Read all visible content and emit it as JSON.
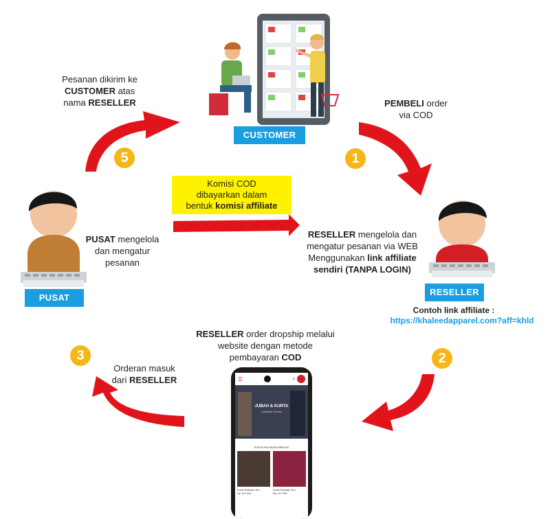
{
  "colors": {
    "arrow": "#e0141a",
    "label_bg": "#1a9de1",
    "step": "#f5b616",
    "note_bg": "#fff200",
    "link": "#1a9de1"
  },
  "roles": {
    "customer": "CUSTOMER",
    "reseller": "RESELLER",
    "pusat": "PUSAT"
  },
  "steps": [
    "1",
    "2",
    "3",
    "5"
  ],
  "texts": {
    "top_left": {
      "l1": "Pesanan dikirim ke",
      "l2_b": "CUSTOMER",
      "l2": " atas",
      "l3": "nama ",
      "l3_b": "RESELLER"
    },
    "top_right": {
      "l1_b": "PEMBELI",
      "l1": " order",
      "l2": "via COD"
    },
    "note": {
      "l1": "Komisi COD",
      "l2": "dibayarkan dalam",
      "l3": "bentuk ",
      "l3_b": "komisi affiliate"
    },
    "pusat": {
      "l1_b": "PUSAT",
      "l1": " mengelola",
      "l2": "dan mengatur",
      "l3": "pesanan"
    },
    "reseller": {
      "l1_b": "RESELLER",
      "l1": " mengelola dan",
      "l2": "mengatur pesanan via WEB",
      "l3": "Menggunakan ",
      "l3_b": "link affiliate",
      "l4_b": "sendiri (TANPA LOGIN)"
    },
    "link_caption": "Contoh link affiliate :",
    "link_url": "https://khaleedapparel.com?aff=khld",
    "bottom": {
      "l1_b": "RESELLER",
      "l1": " order dropship melalui",
      "l2": "website dengan metode",
      "l3": "pembayaran ",
      "l3_b": "COD"
    },
    "orderan": {
      "l1": "Orderan masuk",
      "l2": "dari ",
      "l2_b": "RESELLER"
    }
  },
  "phone": {
    "banner_title": "JUBAH & KURTA",
    "banner_sub": "Collection Series",
    "section_title": "KURTA PATHAAN EMBOSS",
    "products": [
      {
        "name": "Kurta Pathaan Em...",
        "price": "Rp 147.000"
      },
      {
        "name": "Kurta Pathaan Em...",
        "price": "Rp 147.000"
      }
    ]
  }
}
